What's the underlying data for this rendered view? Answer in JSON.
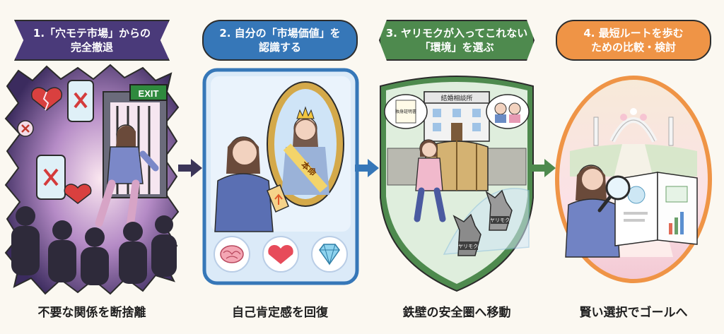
{
  "steps": [
    {
      "banner_line1": "1.「穴モテ市場」からの",
      "banner_line2": "完全撤退",
      "sign": "EXIT",
      "caption": "不要な関係を断捨離",
      "color": "#4a3a7a"
    },
    {
      "banner_line1": "2. 自分の「市場価値」を",
      "banner_line2": "認識する",
      "sash": "本命",
      "caption": "自己肯定感を回復",
      "color": "#3677b8"
    },
    {
      "banner_line1": "3. ヤリモクが入ってこれない",
      "banner_line2": "「環境」を選ぶ",
      "building_sign": "結婚相談所",
      "certificate": "独身証明書",
      "wolf_tag": "ヤリモク",
      "caption": "鉄壁の安全圏へ移動",
      "color": "#4e8a4e"
    },
    {
      "banner_line1": "4. 最短ルートを歩む",
      "banner_line2": "ための比較・検討",
      "caption": "賢い選択でゴールへ",
      "color": "#ef9446"
    }
  ],
  "icons": [
    "broken-heart-icon",
    "phone-cross-icon",
    "exit-gate-icon",
    "mirror-icon",
    "crown-icon",
    "price-tag-icon",
    "brain-icon",
    "heart-icon",
    "diamond-icon",
    "shield-icon",
    "wolf-icon",
    "building-icon",
    "magnifier-icon",
    "wedding-arch-icon",
    "arrow-right-icon"
  ]
}
